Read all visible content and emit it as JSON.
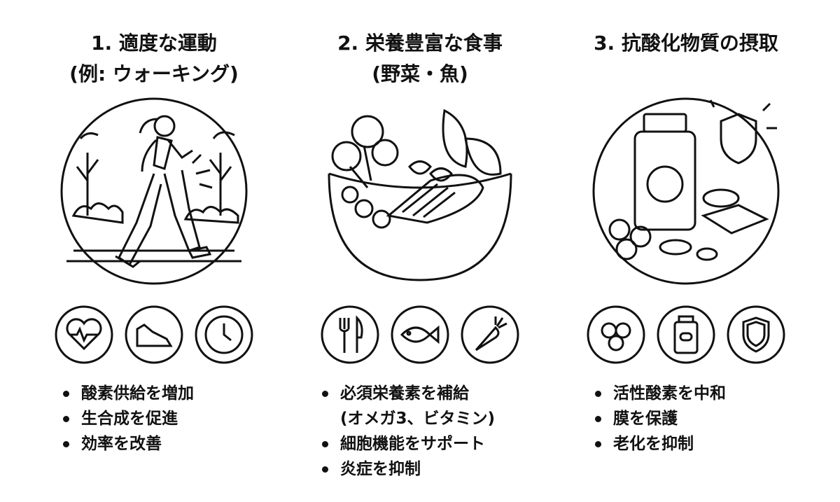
{
  "columns": [
    {
      "title_line1": "1. 適度な運動",
      "title_line2": "(例: ウォーキング)",
      "icons": [
        "heart-rate-icon",
        "sneaker-icon",
        "clock-icon"
      ],
      "bullets": [
        [
          "酸素供給を増加"
        ],
        [
          "生合成を促進"
        ],
        [
          "効率を改善"
        ]
      ]
    },
    {
      "title_line1": "2. 栄養豊富な食事",
      "title_line2": "(野菜・魚)",
      "icons": [
        "fork-knife-icon",
        "fish-icon",
        "carrot-icon"
      ],
      "bullets": [
        [
          "必須栄養素を補給",
          "(オメガ3、ビタミン)"
        ],
        [
          "細胞機能をサポート"
        ],
        [
          "炎症を抑制"
        ]
      ]
    },
    {
      "title_line1": "3. 抗酸化物質の摂取",
      "title_line2": "",
      "icons": [
        "berries-icon",
        "supplement-bottle-icon",
        "shield-icon"
      ],
      "bullets": [
        [
          "活性酸素を中和"
        ],
        [
          "膜を保護"
        ],
        [
          "老化を抑制"
        ]
      ]
    }
  ]
}
